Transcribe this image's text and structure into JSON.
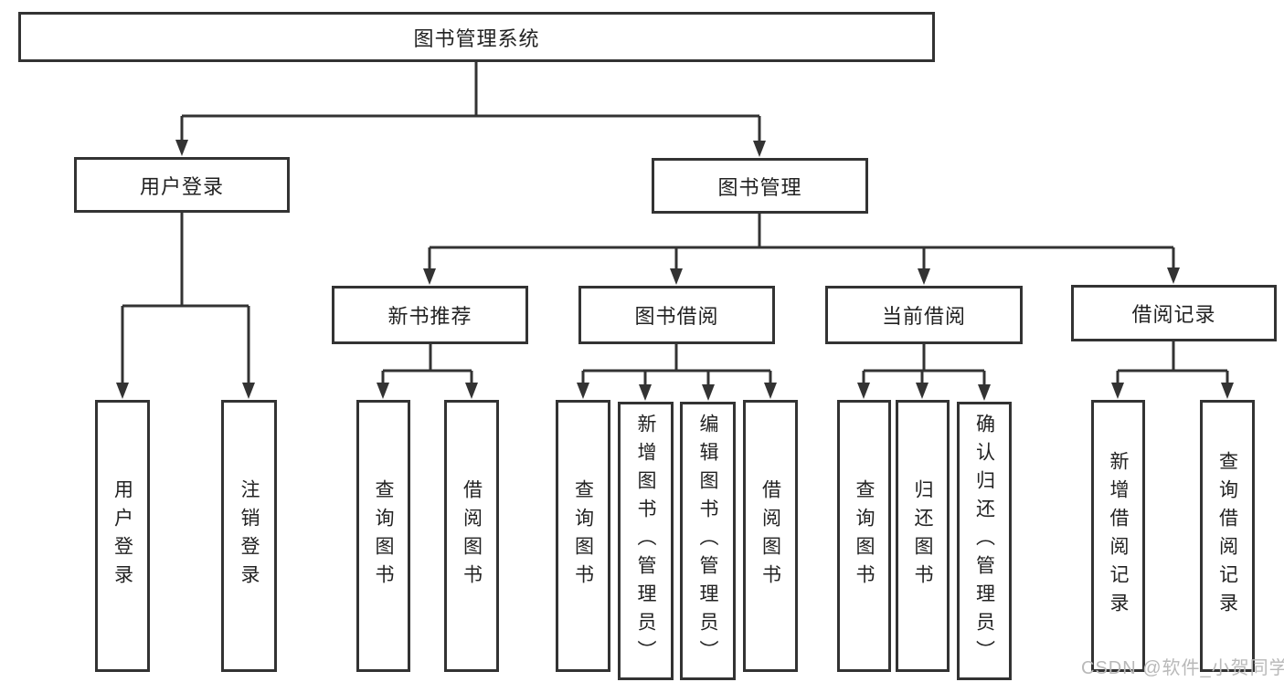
{
  "diagram": {
    "root": {
      "label": "图书管理系统"
    },
    "branches": [
      {
        "label": "用户登录",
        "children": [
          "用户登录",
          "注销登录"
        ]
      },
      {
        "label": "图书管理",
        "sections": [
          {
            "label": "新书推荐",
            "children": [
              "查询图书",
              "借阅图书"
            ]
          },
          {
            "label": "图书借阅",
            "children": [
              "查询图书",
              "新增图书（管理员）",
              "编辑图书（管理员）",
              "借阅图书"
            ]
          },
          {
            "label": "当前借阅",
            "children": [
              "查询图书",
              "归还图书",
              "确认归还（管理员）"
            ]
          },
          {
            "label": "借阅记录",
            "children": [
              "新增借阅记录",
              "查询借阅记录"
            ]
          }
        ]
      }
    ]
  },
  "watermark": {
    "text": "CSDN @软件_小贺同学"
  },
  "colors": {
    "line": "#333333",
    "text": "#222222",
    "background": "#ffffff",
    "watermark": "#b9b9b9"
  }
}
